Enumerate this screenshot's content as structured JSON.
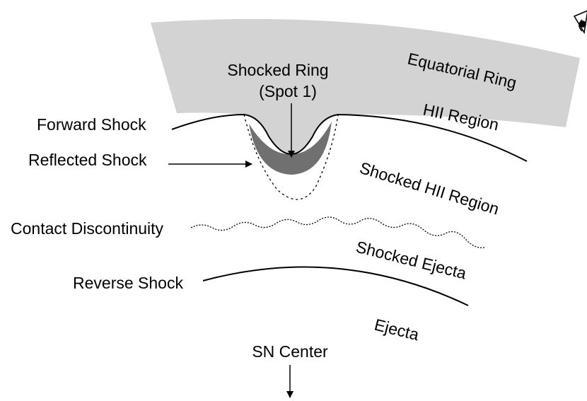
{
  "labels": {
    "shocked_ring": "Shocked Ring",
    "spot": "(Spot 1)",
    "forward_shock": "Forward Shock",
    "reflected_shock": "Reflected Shock",
    "contact_discontinuity": "Contact Discontinuity",
    "reverse_shock": "Reverse Shock",
    "sn_center": "SN Center",
    "equatorial_ring": "Equatorial Ring",
    "hii_region": "HII Region",
    "shocked_hii_region": "Shocked HII Region",
    "shocked_ejecta": "Shocked Ejecta",
    "ejecta": "Ejecta"
  },
  "icons": {
    "observer": "eye-icon"
  },
  "colors": {
    "ring_fill": "#d3d3d3",
    "shocked_fill": "#707070",
    "line": "#000000"
  }
}
